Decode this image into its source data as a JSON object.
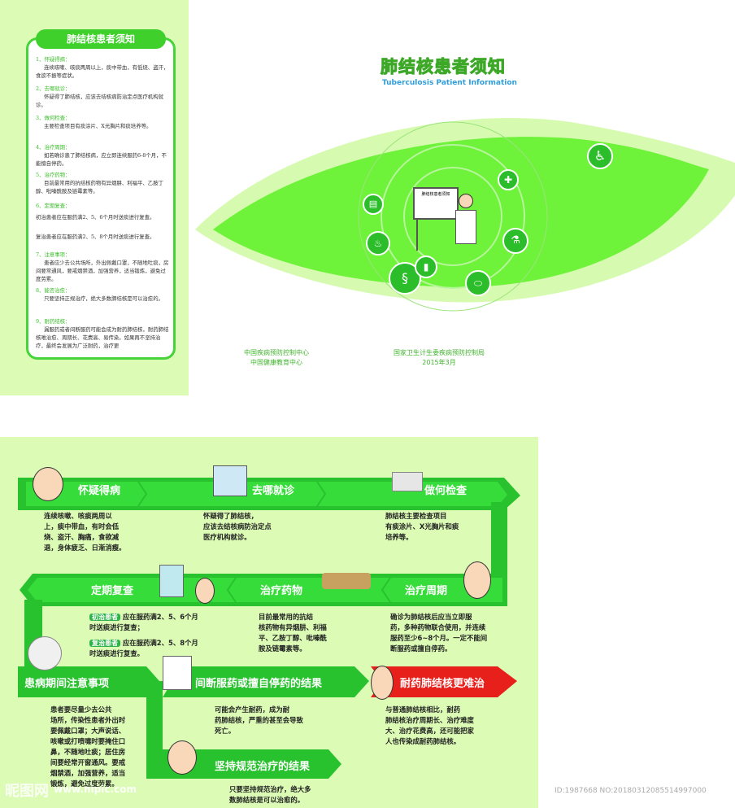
{
  "notice": {
    "title": "肺结核患者须知",
    "sections": [
      {
        "h": "1、怀疑得病：",
        "b": "连续咳嗽、咳痰两周以上，痰中带血，有低烧、盗汗，食欲不振等症状。"
      },
      {
        "h": "2、去哪就诊：",
        "b": "怀疑得了肺结核，应该去结核病防治定点医疗机构就诊。"
      },
      {
        "h": "3、做何检查：",
        "b": "主要检查项目有痰涂片、X光胸片和痰培养等。"
      },
      {
        "h": "4、治疗周期：",
        "b": "如若确诊患了肺结核病，应立即连续服药6-8个月，不能擅自停药。"
      },
      {
        "h": "5、治疗药物：",
        "b": "目前最常用的抗结核药物有异烟肼、利福平、乙胺丁醇、吡嗪酰胺及链霉素等。"
      },
      {
        "h": "6、定期复查：",
        "b": ""
      },
      {
        "h": "",
        "b": "初治患者应在服药满2、5、6个月时送痰进行复查。"
      },
      {
        "h": "",
        "b": "复治患者应在服药满2、5、8个月时送痰进行复查。"
      },
      {
        "h": "7、注意事项：",
        "b": "患者应少去公共场所，外出佩戴口罩，不随地吐痰，房间要常通风，要戒烟禁酒，加强营养，适当锻炼，避免过度劳累。"
      },
      {
        "h": "8、能否治愈：",
        "b": "只要坚持正规治疗，绝大多数肺结核是可以治愈的。"
      },
      {
        "h": "9、耐药结核：",
        "b": "漏服药或者间断服药可能会成为耐药肺结核，耐药肺结核难治愈、周期长、花费高、易传染。如果再不坚持治疗，最终会发展为广泛耐药，治疗更"
      }
    ]
  },
  "cover": {
    "title": "肺结核患者须知",
    "subtitle": "Tuberculosis Patient Information",
    "board_text": "肺结核患者须知",
    "org_left": [
      "中国疾病预防控制中心",
      "中国健康教育中心"
    ],
    "org_right": [
      "国家卫生计生委疾病预防控制局",
      "2015年3月"
    ]
  },
  "flow": {
    "steps": [
      {
        "title": "怀疑得病",
        "text": [
          "连续咳嗽、咳痰两周以",
          "上，痰中带血，有时会低",
          "烧、盗汗、胸痛，食欲减",
          "退，身体疲乏、日渐消瘦。"
        ]
      },
      {
        "title": "去哪就诊",
        "text": [
          "怀疑得了肺结核，",
          "应该去结核病防治定点",
          "医疗机构就诊。"
        ]
      },
      {
        "title": "做何检查",
        "text": [
          "肺结核主要检查项目",
          "有痰涂片、X光胸片和痰",
          "培养等。"
        ]
      },
      {
        "title": "治疗周期",
        "text": [
          "确诊为肺结核后应当立即服",
          "药，多种药物联合使用，并连续",
          "服药至少6~8个月。一定不能间",
          "断服药或擅自停药。"
        ]
      },
      {
        "title": "治疗药物",
        "text": [
          "目前最常用的抗结",
          "核药物有异烟肼、利福",
          "平、乙胺丁醇、吡嗪酰",
          "胺及链霉素等。"
        ]
      },
      {
        "title": "定期复查",
        "tag1": "初治患者",
        "line1": "应在服药满2、5、6个月",
        "line1b": "时送痰进行复查；",
        "tag2": "复治患者",
        "line2": "应在服药满2、5、8个月",
        "line2b": "时送痰进行复查。"
      },
      {
        "title": "患病期间注意事项",
        "text": [
          "患者要尽量少去公共",
          "场所，传染性患者外出时",
          "要佩戴口罩；大声说话、",
          "咳嗽或打喷嚏时要掩住口",
          "鼻，不随地吐痰；居住房",
          "间要经常开窗通风。要戒",
          "烟禁酒，加强营养，适当",
          "锻炼，避免过度劳累。"
        ]
      },
      {
        "title": "间断服药或擅自停药的结果",
        "text": [
          "可能会产生耐药，成为耐",
          "药肺结核，严重的甚至会导致",
          "死亡。"
        ]
      },
      {
        "title": "耐药肺结核更难治",
        "text": [
          "与普通肺结核相比，耐药",
          "肺结核治疗周期长、治疗难度",
          "大、治疗花费高，还可能把家",
          "人也传染成耐药肺结核。"
        ]
      },
      {
        "title": "坚持规范治疗的结果",
        "text": [
          "只要坚持规范治疗，绝大多",
          "数肺结核是可以治愈的。"
        ]
      }
    ]
  },
  "watermark": {
    "logo": "昵图网",
    "url": "www.nipic.com",
    "id": "ID:1987668 NO:20180312085514997000"
  },
  "colors": {
    "green": "#3fd02c",
    "light_green": "#dcfcb6",
    "red": "#e8201c",
    "blue": "#2f9dd9"
  },
  "icons": [
    "wheelchair-icon",
    "first-aid-kit-icon",
    "lungs-icon",
    "dna-icon",
    "pill-icon",
    "medicine-bottle-icon",
    "doctor-illustration"
  ]
}
